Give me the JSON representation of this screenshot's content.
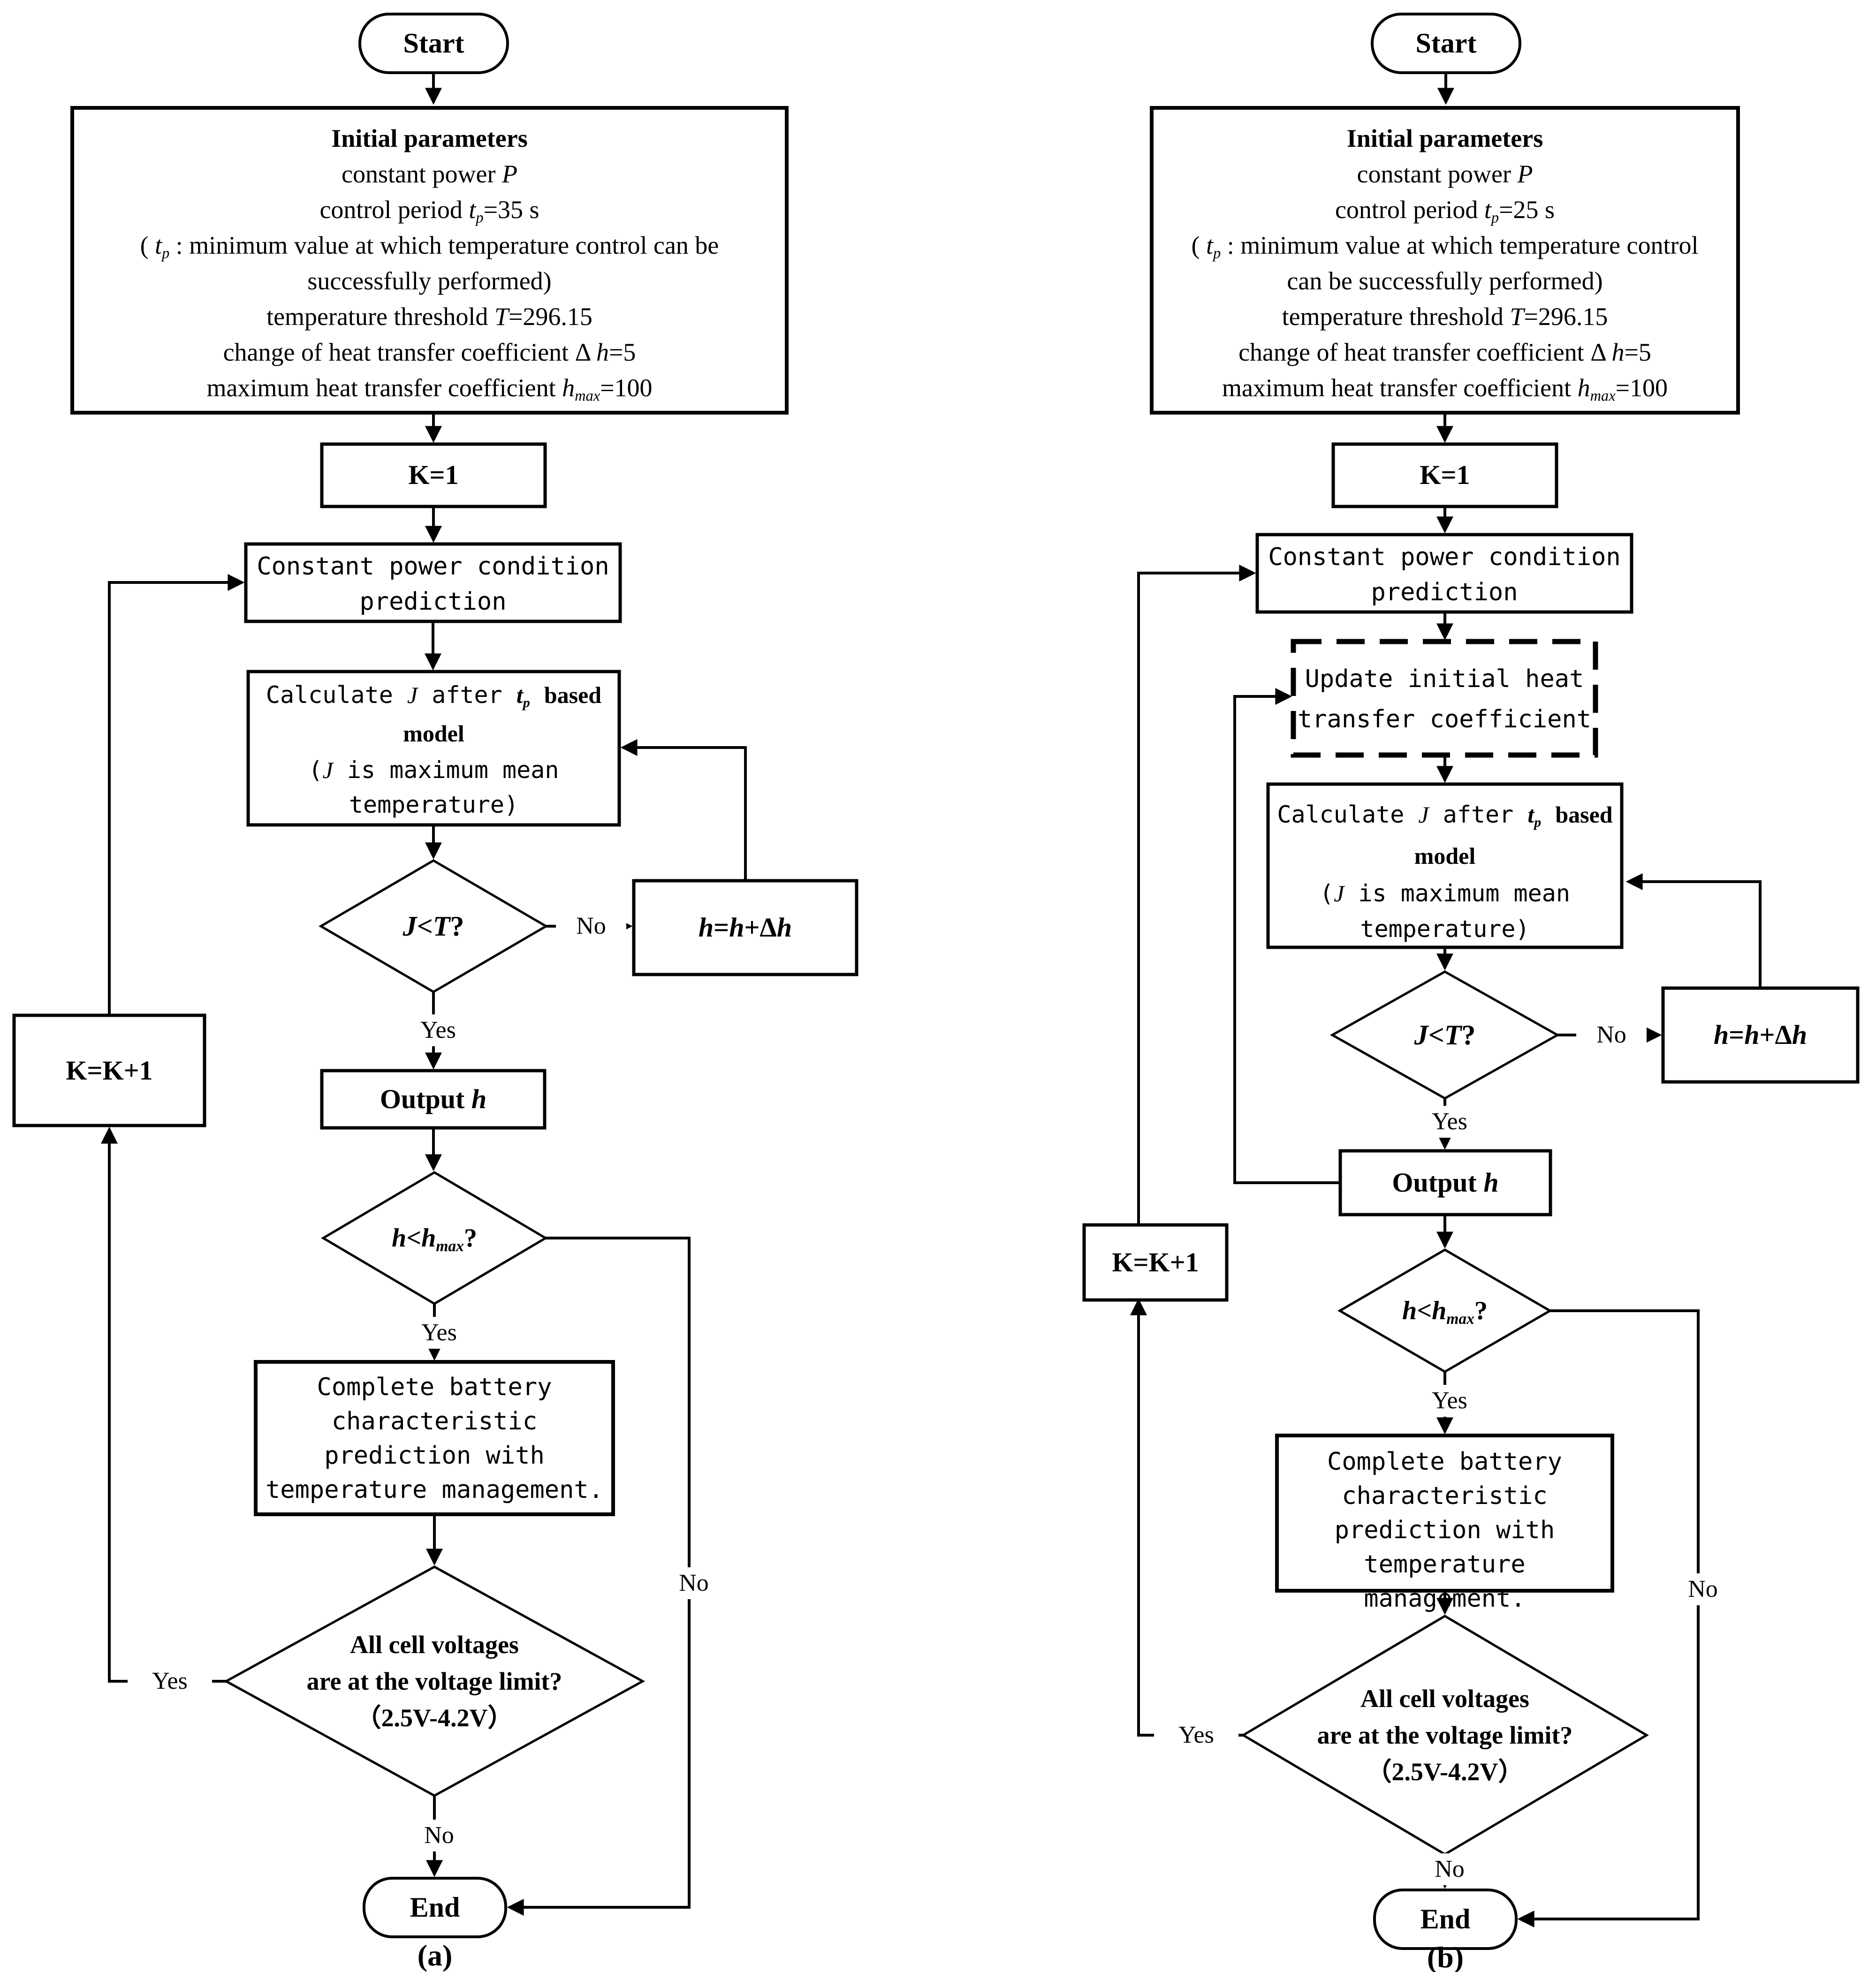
{
  "colors": {
    "line": "#000000",
    "background": "#ffffff",
    "text": "#000000"
  },
  "figure": {
    "charts": [
      {
        "id": "a",
        "caption": "(a)",
        "nodes": {
          "start": "Start",
          "init": [
            [
              {
                "t": "Initial parameters",
                "s": "b"
              }
            ],
            [
              {
                "t": "constant power ",
                "s": "p"
              },
              {
                "t": "P",
                "s": "i"
              }
            ],
            [
              {
                "t": "control period ",
                "s": "p"
              },
              {
                "t": "t",
                "s": "i"
              },
              {
                "t": "p",
                "s": "isub"
              },
              {
                "t": "=35 s",
                "s": "p"
              }
            ],
            [
              {
                "t": "( ",
                "s": "p"
              },
              {
                "t": "t",
                "s": "i"
              },
              {
                "t": "p",
                "s": "isub"
              },
              {
                "t": " : minimum value at which temperature control can be",
                "s": "p"
              }
            ],
            [
              {
                "t": "successfully performed)",
                "s": "p"
              }
            ],
            [
              {
                "t": "temperature threshold ",
                "s": "p"
              },
              {
                "t": "T",
                "s": "i"
              },
              {
                "t": "=296.15",
                "s": "p"
              }
            ],
            [
              {
                "t": "change of heat transfer coefficient  Δ ",
                "s": "p"
              },
              {
                "t": "h",
                "s": "i"
              },
              {
                "t": "=5",
                "s": "p"
              }
            ],
            [
              {
                "t": "maximum heat transfer coefficient ",
                "s": "p"
              },
              {
                "t": "h",
                "s": "i"
              },
              {
                "t": "max",
                "s": "isub"
              },
              {
                "t": "=100",
                "s": "p"
              }
            ]
          ],
          "k1": "K=1",
          "cpcp": "Constant power condition\nprediction",
          "calc": [
            [
              {
                "t": "Calculate ",
                "s": "p"
              },
              {
                "t": "J",
                "s": "i"
              },
              {
                "t": " after ",
                "s": "p"
              },
              {
                "t": "t",
                "s": "bi"
              },
              {
                "t": "p",
                "s": "bisub"
              },
              {
                "t": " ",
                "s": "p"
              },
              {
                "t": "based",
                "s": "b"
              }
            ],
            [
              {
                "t": "model",
                "s": "b"
              }
            ],
            [
              {
                "t": "(",
                "s": "p"
              },
              {
                "t": "J",
                "s": "i"
              },
              {
                "t": " is maximum mean",
                "s": "p"
              }
            ],
            [
              {
                "t": "temperature)",
                "s": "p"
              }
            ]
          ],
          "jlt": [
            {
              "t": "J",
              "s": "bi"
            },
            {
              "t": "<",
              "s": "b"
            },
            {
              "t": "T",
              "s": "bi"
            },
            {
              "t": "?",
              "s": "b"
            }
          ],
          "hplus": [
            {
              "t": "h",
              "s": "bi"
            },
            {
              "t": "=",
              "s": "b"
            },
            {
              "t": "h",
              "s": "bi"
            },
            {
              "t": "+Δ",
              "s": "b"
            },
            {
              "t": "h",
              "s": "bi"
            }
          ],
          "output": [
            {
              "t": "Output ",
              "s": "b"
            },
            {
              "t": "h",
              "s": "bi"
            }
          ],
          "hmax": [
            {
              "t": "h",
              "s": "bi"
            },
            {
              "t": "<",
              "s": "b"
            },
            {
              "t": "h",
              "s": "bi"
            },
            {
              "t": "max",
              "s": "bisub"
            },
            {
              "t": "?",
              "s": "b"
            }
          ],
          "complete": "Complete battery\ncharacteristic\nprediction with\ntemperature management.",
          "voltage": "All cell voltages\nare at the voltage limit?\n（2.5V-4.2V）",
          "kk1": "K=K+1",
          "end": "End"
        },
        "edges": {
          "jlt_no": "No",
          "jlt_yes": "Yes",
          "hmax_yes": "Yes",
          "hmax_no": "No",
          "voltage_yes": "Yes",
          "voltage_no": "No"
        }
      },
      {
        "id": "b",
        "caption": "(b)",
        "nodes": {
          "start": "Start",
          "init": [
            [
              {
                "t": "Initial parameters",
                "s": "b"
              }
            ],
            [
              {
                "t": "constant power ",
                "s": "p"
              },
              {
                "t": "P",
                "s": "i"
              }
            ],
            [
              {
                "t": "control period ",
                "s": "p"
              },
              {
                "t": "t",
                "s": "i"
              },
              {
                "t": "p",
                "s": "isub"
              },
              {
                "t": "=25 s",
                "s": "p"
              }
            ],
            [
              {
                "t": "( ",
                "s": "p"
              },
              {
                "t": "t",
                "s": "i"
              },
              {
                "t": "p",
                "s": "isub"
              },
              {
                "t": " : minimum value at which temperature control",
                "s": "p"
              }
            ],
            [
              {
                "t": "can be successfully performed)",
                "s": "p"
              }
            ],
            [
              {
                "t": "temperature threshold ",
                "s": "p"
              },
              {
                "t": "T",
                "s": "i"
              },
              {
                "t": "=296.15",
                "s": "p"
              }
            ],
            [
              {
                "t": "change of heat transfer coefficient  Δ ",
                "s": "p"
              },
              {
                "t": "h",
                "s": "i"
              },
              {
                "t": "=5",
                "s": "p"
              }
            ],
            [
              {
                "t": "maximum heat transfer coefficient ",
                "s": "p"
              },
              {
                "t": "h",
                "s": "i"
              },
              {
                "t": "max",
                "s": "isub"
              },
              {
                "t": "=100",
                "s": "p"
              }
            ]
          ],
          "k1": "K=1",
          "cpcp": "Constant power condition\nprediction",
          "update": "Update initial heat\ntransfer coefficient",
          "calc": [
            [
              {
                "t": "Calculate ",
                "s": "p"
              },
              {
                "t": "J",
                "s": "i"
              },
              {
                "t": " after ",
                "s": "p"
              },
              {
                "t": "t",
                "s": "bi"
              },
              {
                "t": "p",
                "s": "bisub"
              },
              {
                "t": " ",
                "s": "p"
              },
              {
                "t": "based",
                "s": "b"
              }
            ],
            [
              {
                "t": "model",
                "s": "b"
              }
            ],
            [
              {
                "t": "(",
                "s": "p"
              },
              {
                "t": "J",
                "s": "i"
              },
              {
                "t": " is maximum mean",
                "s": "p"
              }
            ],
            [
              {
                "t": "temperature)",
                "s": "p"
              }
            ]
          ],
          "jlt": [
            {
              "t": "J",
              "s": "bi"
            },
            {
              "t": "<",
              "s": "b"
            },
            {
              "t": "T",
              "s": "bi"
            },
            {
              "t": "?",
              "s": "b"
            }
          ],
          "hplus": [
            {
              "t": "h",
              "s": "bi"
            },
            {
              "t": "=",
              "s": "b"
            },
            {
              "t": "h",
              "s": "bi"
            },
            {
              "t": "+Δ",
              "s": "b"
            },
            {
              "t": "h",
              "s": "bi"
            }
          ],
          "output": [
            {
              "t": "Output ",
              "s": "b"
            },
            {
              "t": "h",
              "s": "bi"
            }
          ],
          "hmax": [
            {
              "t": "h",
              "s": "bi"
            },
            {
              "t": "<",
              "s": "b"
            },
            {
              "t": "h",
              "s": "bi"
            },
            {
              "t": "max",
              "s": "bisub"
            },
            {
              "t": "?",
              "s": "b"
            }
          ],
          "complete": "Complete battery\ncharacteristic\nprediction with\ntemperature management.",
          "voltage": "All cell voltages\nare at the voltage limit?\n（2.5V-4.2V）",
          "kk1": "K=K+1",
          "end": "End"
        },
        "edges": {
          "jlt_no": "No",
          "jlt_yes": "Yes",
          "hmax_yes": "Yes",
          "hmax_no": "No",
          "voltage_yes": "Yes",
          "voltage_no": "No"
        }
      }
    ]
  }
}
